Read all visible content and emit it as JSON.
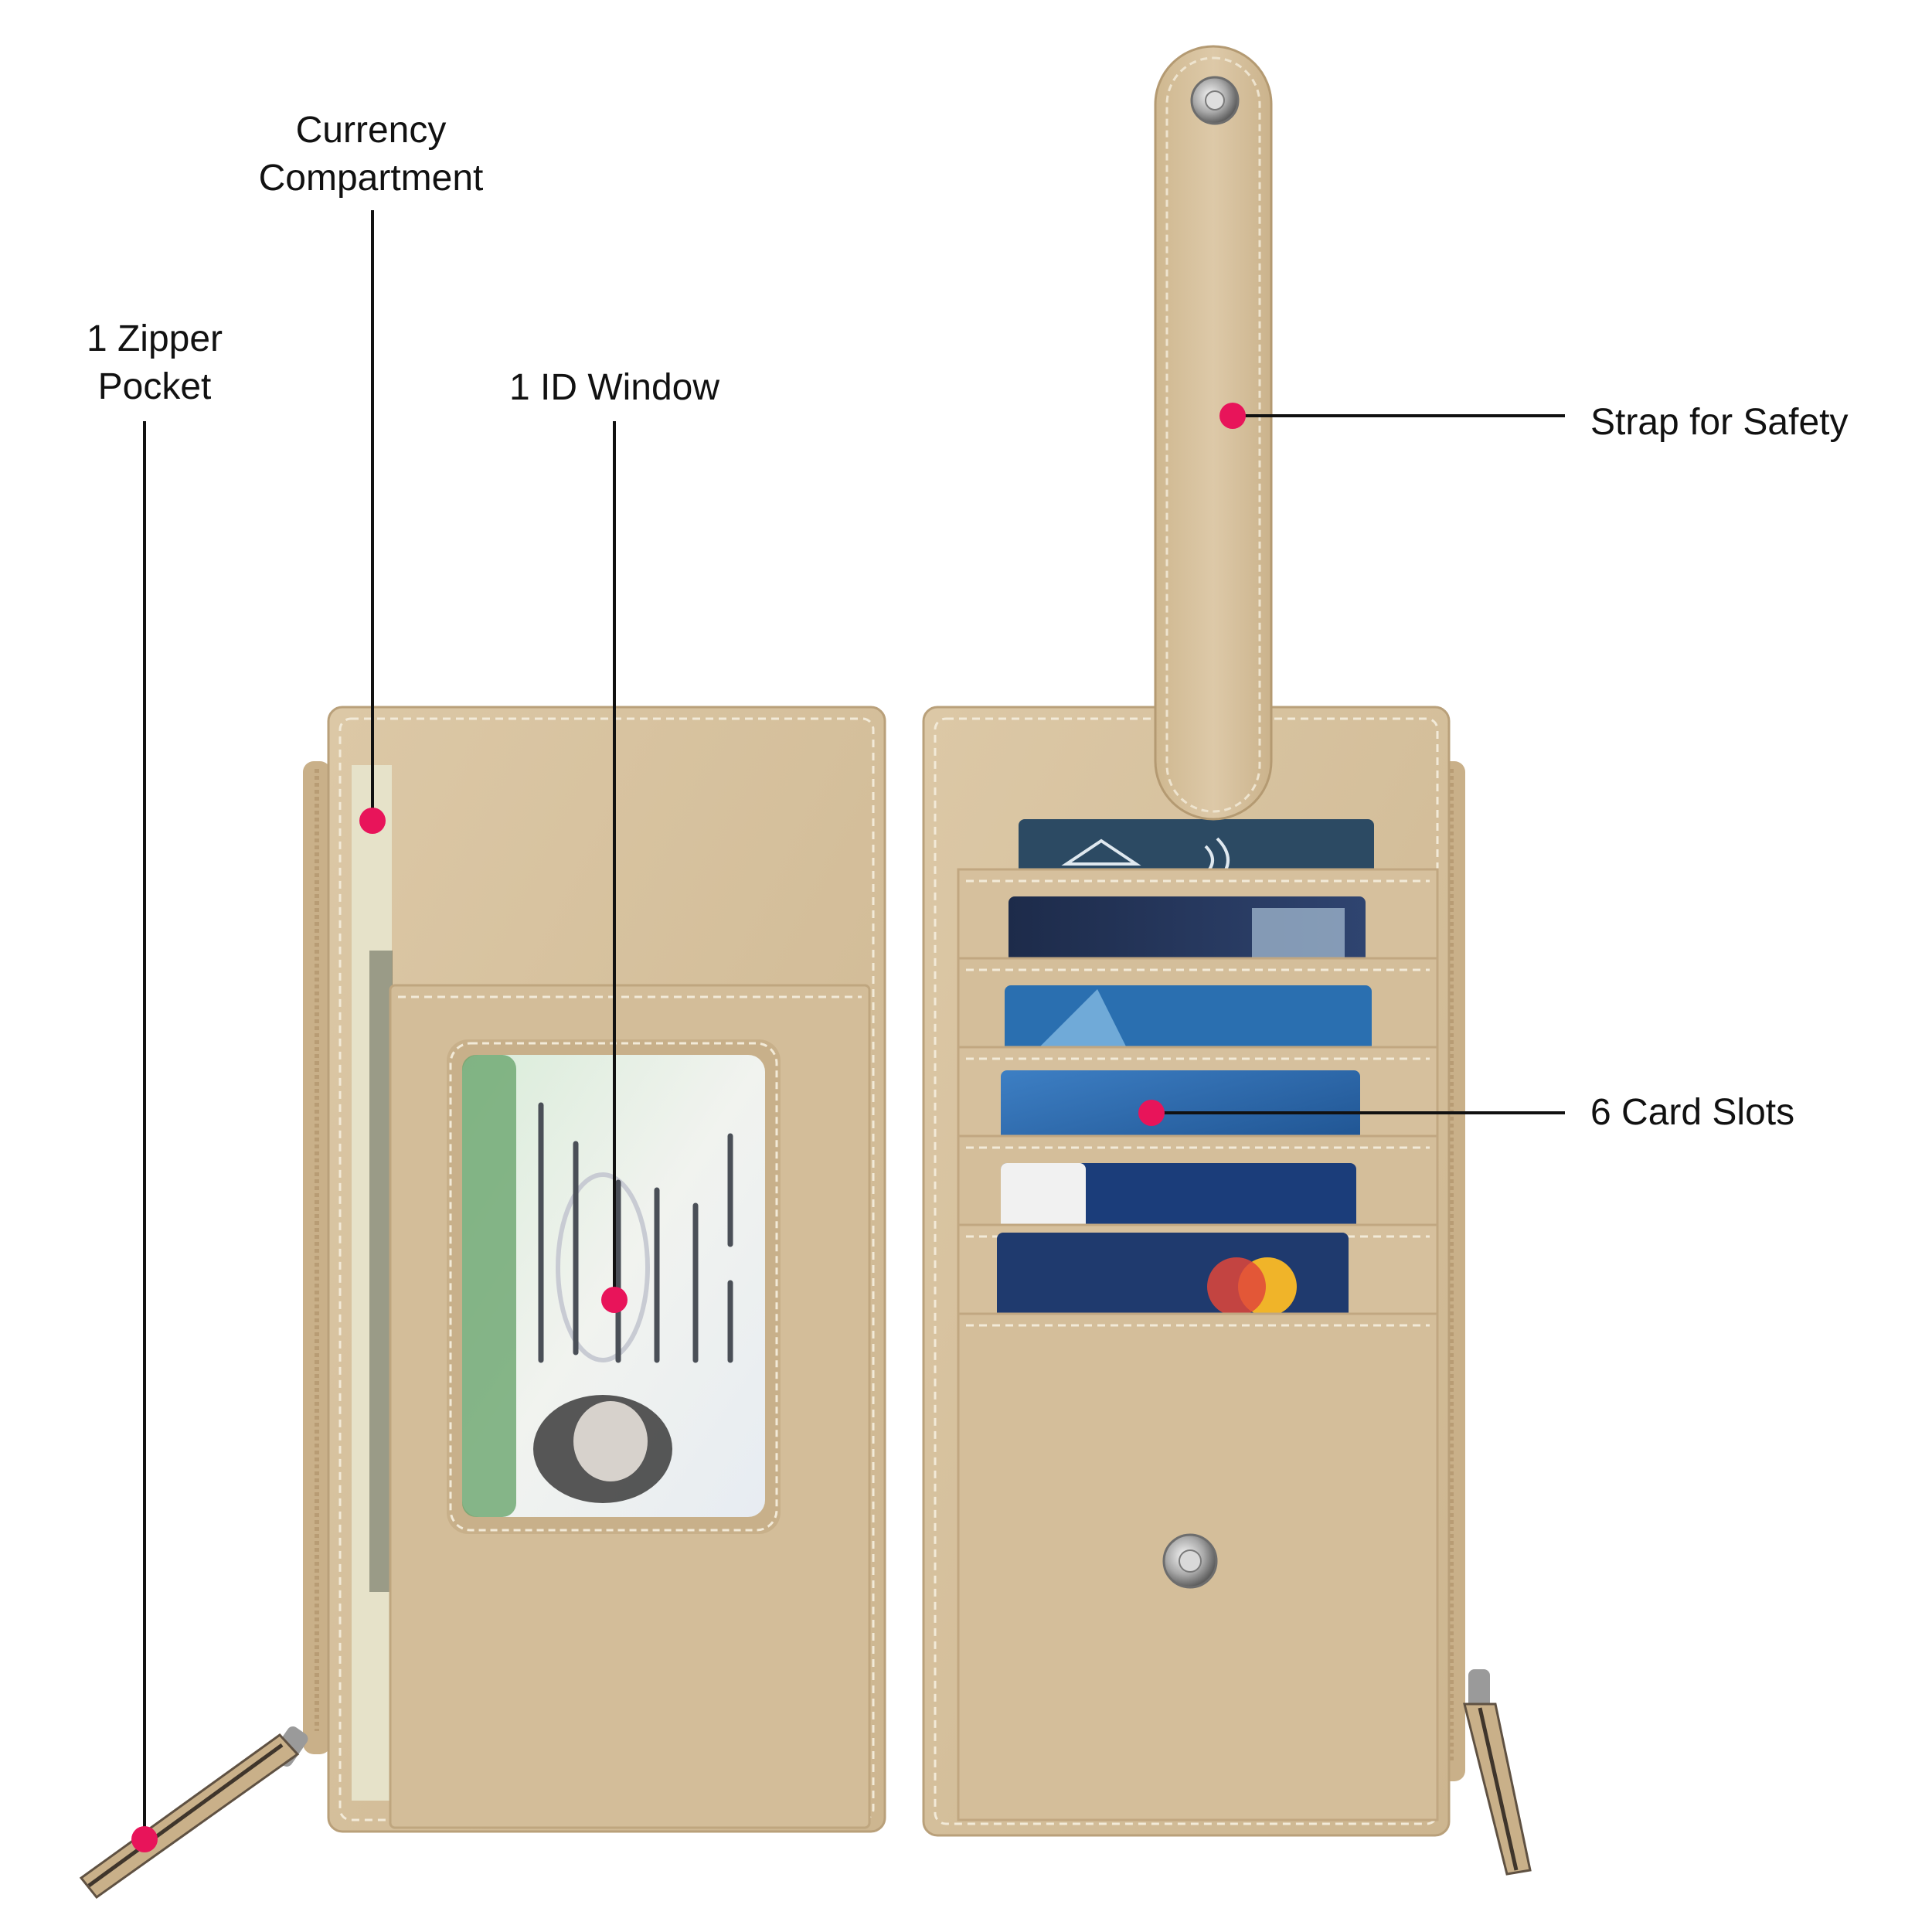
{
  "colors": {
    "background": "#ffffff",
    "leather": "#d8c3a1",
    "leather_dark": "#c7af8a",
    "stitch": "#f2ead8",
    "callout_dot": "#e8145a",
    "callout_line": "#111111",
    "label_text": "#111111"
  },
  "callouts": {
    "zipper_pocket": {
      "line1": "1 Zipper",
      "line2": "Pocket"
    },
    "currency_compartment": {
      "line1": "Currency",
      "line2": "Compartment"
    },
    "id_window": {
      "line1": "1 ID Window"
    },
    "strap_for_safety": {
      "line1": "Strap for Safety"
    },
    "card_slots": {
      "line1": "6 Card Slots"
    }
  },
  "product": {
    "left_panel": "wallet-front-panel",
    "right_panel": "wallet-card-panel",
    "card_slot_count": 6
  }
}
